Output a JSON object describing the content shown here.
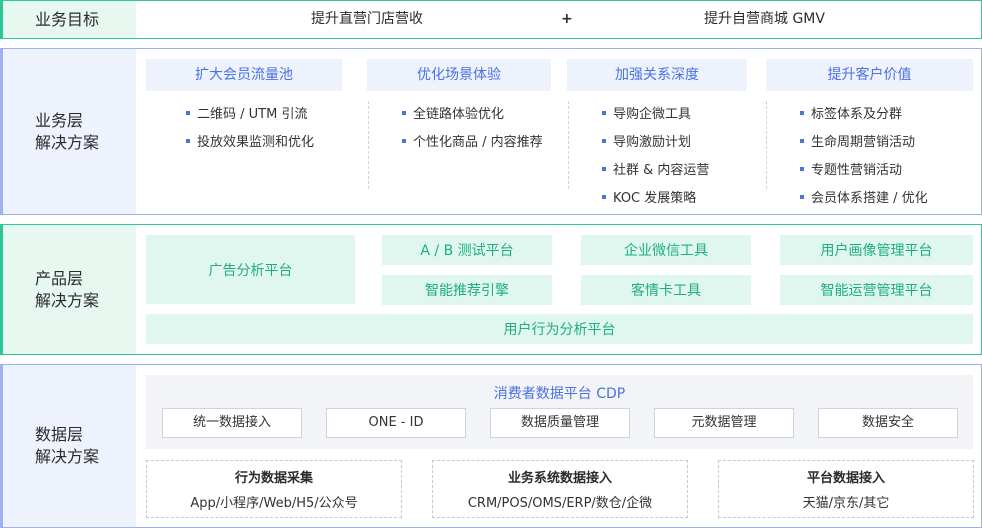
{
  "goals": {
    "label": "业务目标",
    "left": "提升直营门店营收",
    "plus": "+",
    "right": "提升自营商城 GMV"
  },
  "business": {
    "label_line1": "业务层",
    "label_line2": "解决方案",
    "columns": [
      {
        "title": "扩大会员流量池",
        "items": [
          "二维码 / UTM 引流",
          "投放效果监测和优化"
        ]
      },
      {
        "title": "优化场景体验",
        "items": [
          "全链路体验优化",
          "个性化商品 / 内容推荐"
        ]
      },
      {
        "title": "加强关系深度",
        "items": [
          "导购企微工具",
          "导购激励计划",
          "社群 & 内容运营",
          "KOC 发展策略"
        ]
      },
      {
        "title": "提升客户价值",
        "items": [
          "标签体系及分群",
          "生命周期营销活动",
          "专题性营销活动",
          "会员体系搭建 / 优化"
        ]
      }
    ]
  },
  "product": {
    "label_line1": "产品层",
    "label_line2": "解决方案",
    "ad_platform": "广告分析平台",
    "ab_test": "A / B 测试平台",
    "recommend": "智能推荐引擎",
    "wecom": "企业微信工具",
    "customer_card": "客情卡工具",
    "portrait": "用户画像管理平台",
    "smart_ops": "智能运营管理平台",
    "behavior": "用户行为分析平台"
  },
  "data": {
    "label_line1": "数据层",
    "label_line2": "解决方案",
    "cdp_title": "消费者数据平台 CDP",
    "cdp_items": [
      "统一数据接入",
      "ONE - ID",
      "数据质量管理",
      "元数据管理",
      "数据安全"
    ],
    "sources": [
      {
        "title": "行为数据采集",
        "desc": "App/小程序/Web/H5/公众号"
      },
      {
        "title": "业务系统数据接入",
        "desc": "CRM/POS/OMS/ERP/数仓/企微"
      },
      {
        "title": "平台数据接入",
        "desc": "天猫/京东/其它"
      }
    ]
  }
}
